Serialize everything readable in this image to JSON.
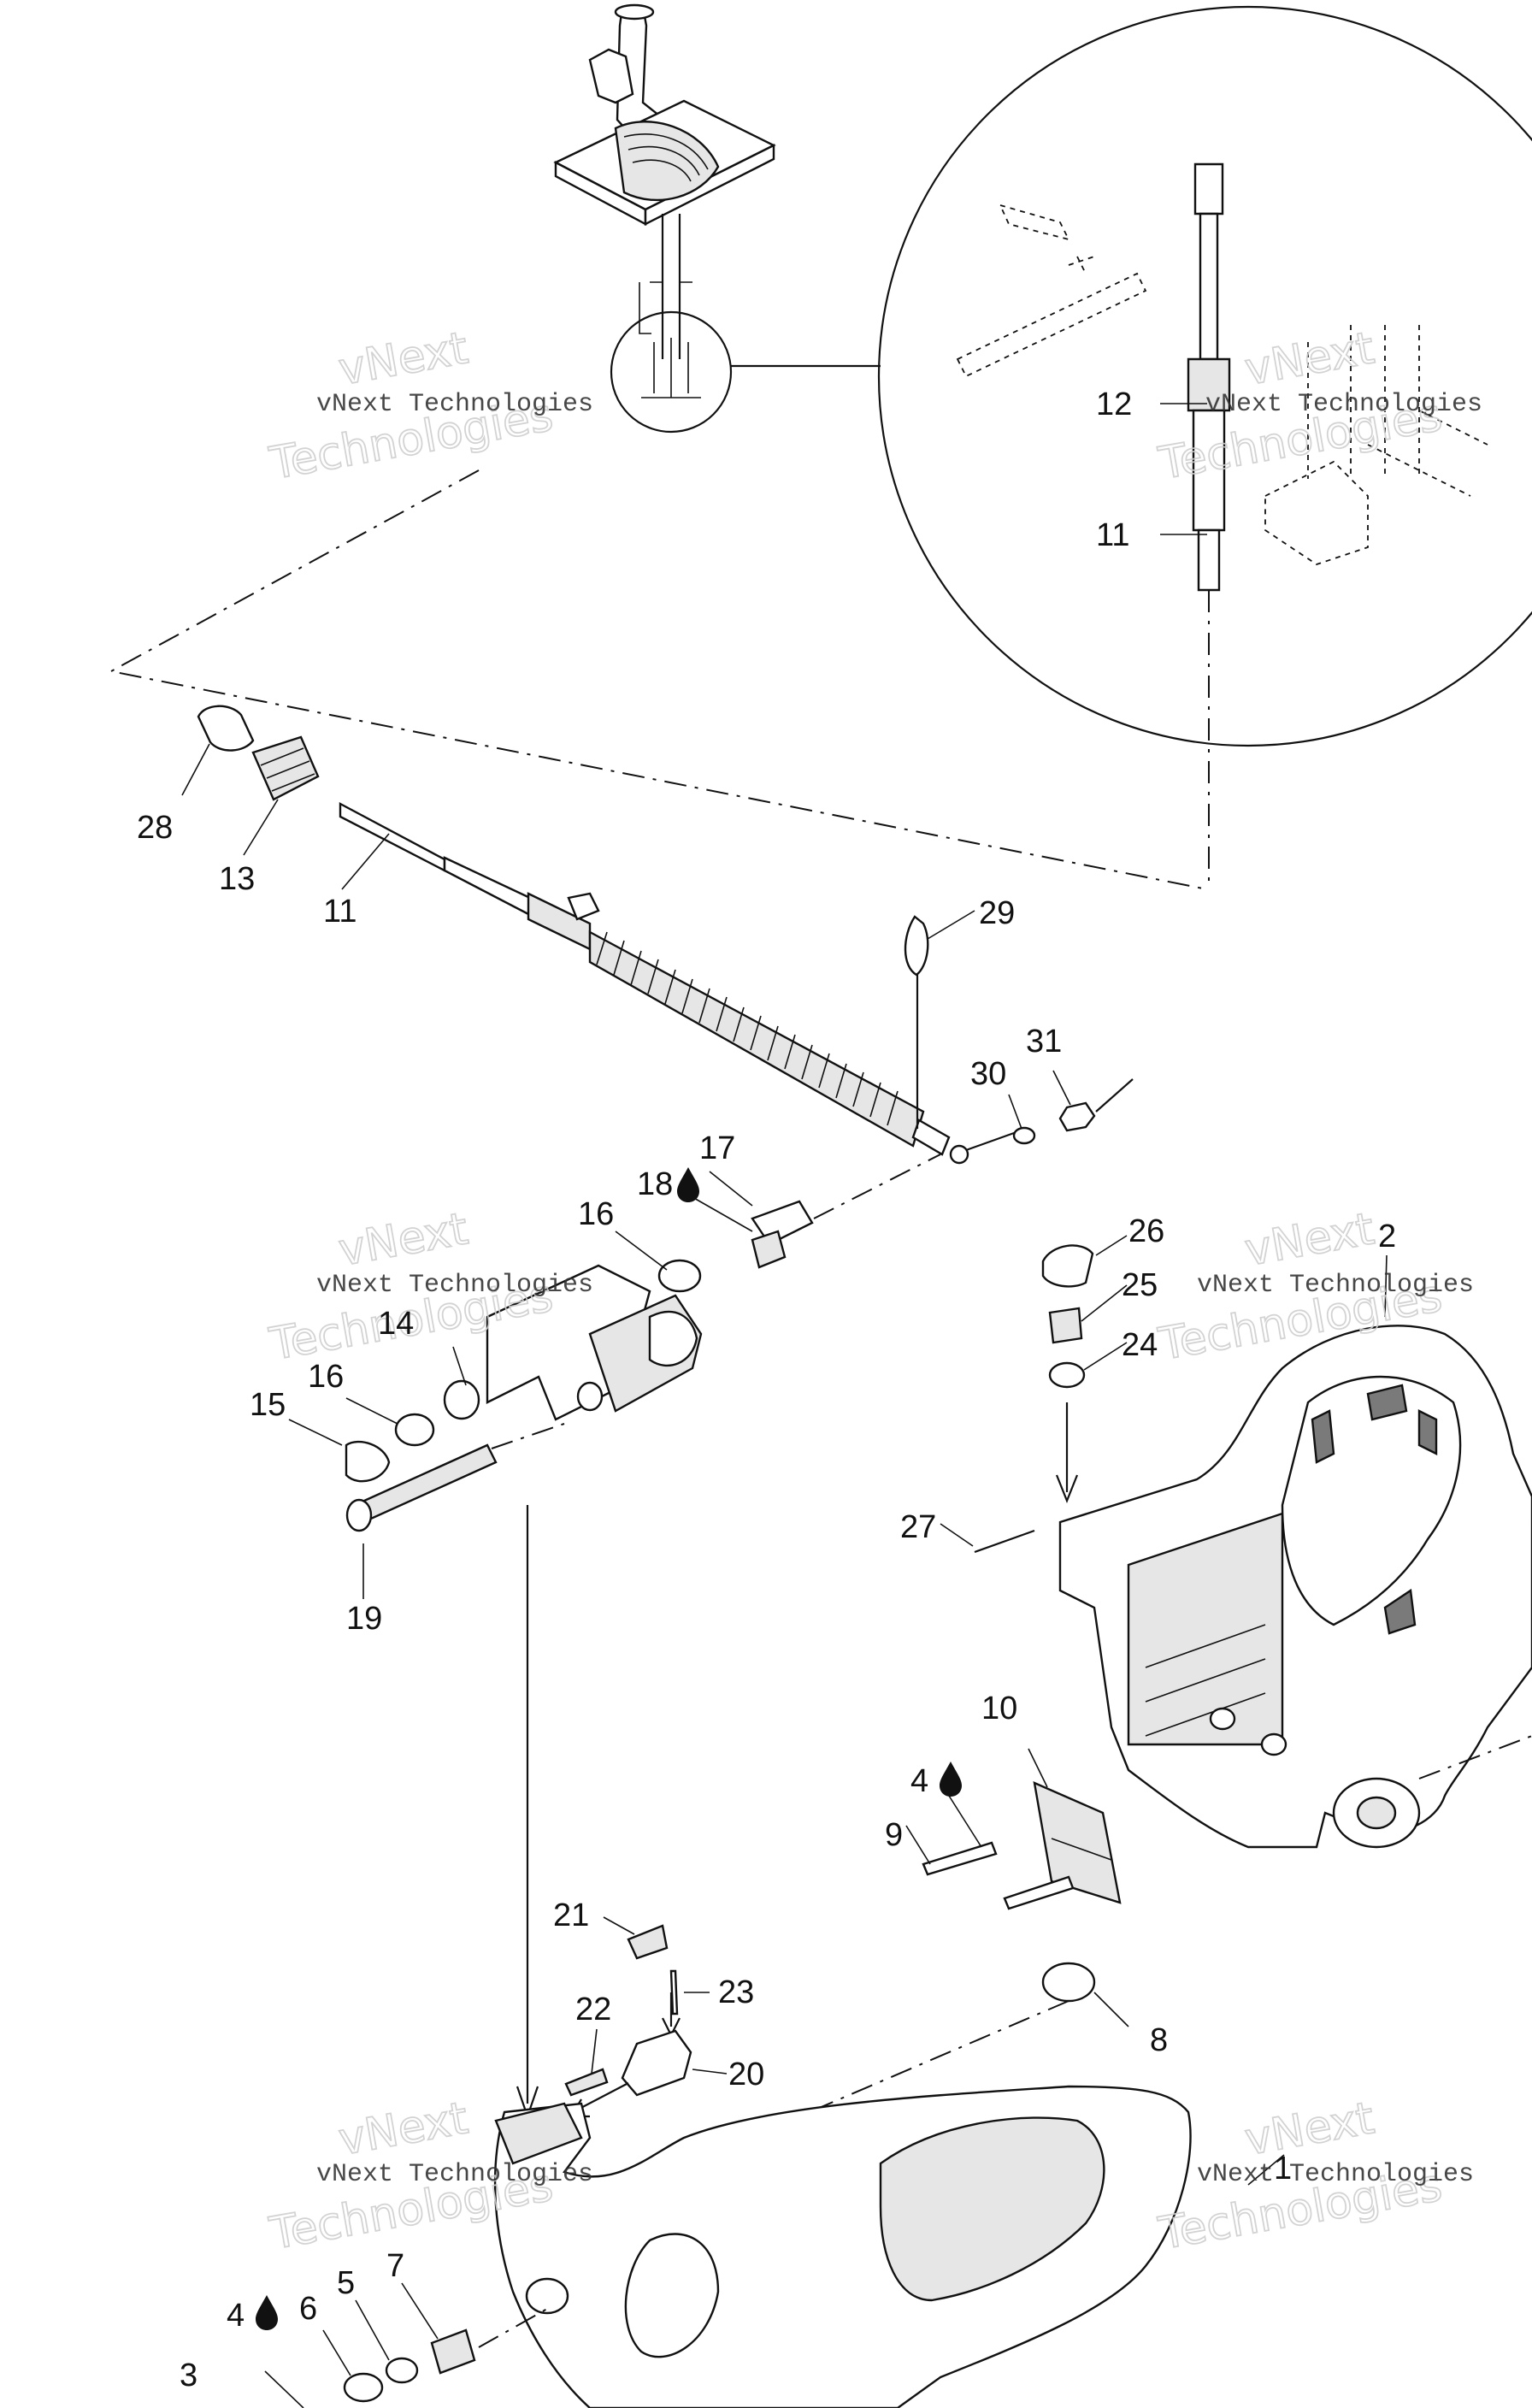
{
  "labels": {
    "p1": "1",
    "p2": "2",
    "p3": "3",
    "p4a": "4",
    "p4b": "4",
    "p5": "5",
    "p6": "6",
    "p7": "7",
    "p8": "8",
    "p9": "9",
    "p10": "10",
    "p11a": "11",
    "p11b": "11",
    "p12": "12",
    "p13": "13",
    "p14": "14",
    "p15": "15",
    "p16a": "16",
    "p16b": "16",
    "p17": "17",
    "p18": "18",
    "p19": "19",
    "p20": "20",
    "p21": "21",
    "p22": "22",
    "p23": "23",
    "p24": "24",
    "p25": "25",
    "p26": "26",
    "p27": "27",
    "p28": "28",
    "p29": "29",
    "p30": "30",
    "p31": "31"
  },
  "watermark": {
    "line1": "vNext",
    "line2": "Technologies",
    "caption": "vNext Technologies"
  },
  "icons": {
    "drop": "oil-drop-icon"
  }
}
